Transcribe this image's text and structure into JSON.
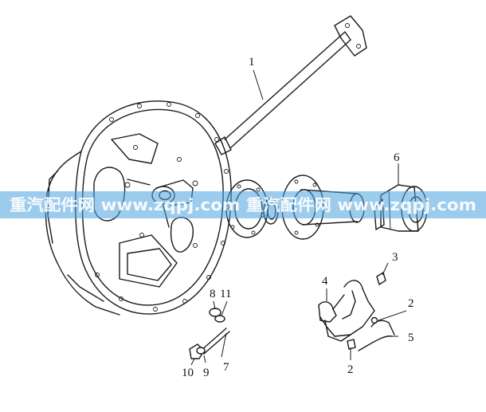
{
  "diagram": {
    "callouts": [
      {
        "id": "c1",
        "label": "1"
      },
      {
        "id": "c2a",
        "label": "2"
      },
      {
        "id": "c2b",
        "label": "2"
      },
      {
        "id": "c3",
        "label": "3"
      },
      {
        "id": "c4",
        "label": "4"
      },
      {
        "id": "c5",
        "label": "5"
      },
      {
        "id": "c6",
        "label": "6"
      },
      {
        "id": "c7",
        "label": "7"
      },
      {
        "id": "c8",
        "label": "8"
      },
      {
        "id": "c9",
        "label": "9"
      },
      {
        "id": "c10",
        "label": "10"
      },
      {
        "id": "c11",
        "label": "11"
      }
    ]
  },
  "watermark": {
    "text": "重汽配件网 www.zqpj.com 重汽配件网 www.zqpj.com"
  },
  "colors": {
    "line": "#1a1a1a",
    "watermark_band": "#4aa3df",
    "background": "#ffffff"
  }
}
